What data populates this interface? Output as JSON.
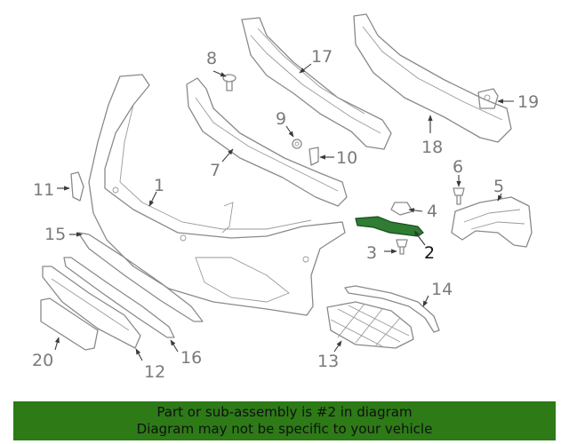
{
  "diagram": {
    "callouts": [
      "1",
      "2",
      "3",
      "4",
      "5",
      "6",
      "7",
      "8",
      "9",
      "10",
      "11",
      "12",
      "13",
      "14",
      "15",
      "16",
      "17",
      "18",
      "19",
      "20"
    ],
    "highlighted_part": "2"
  },
  "banner": {
    "line1": "Part or sub-assembly is #2 in diagram",
    "line2": "Diagram may not be specific to your vehicle"
  },
  "colors": {
    "banner_bg": "#2d7a17",
    "highlight": "#2e7d32"
  }
}
